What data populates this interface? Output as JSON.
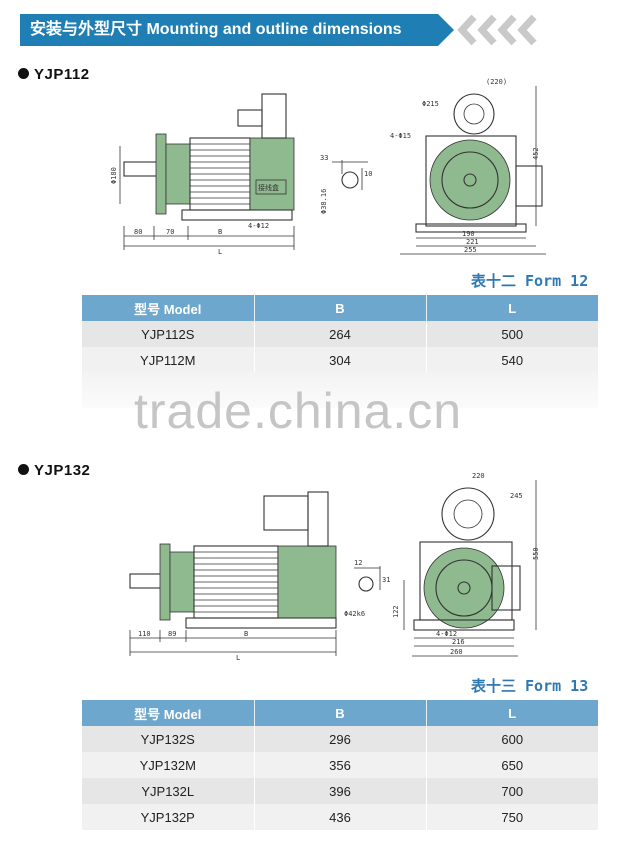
{
  "banner": {
    "title": "安装与外型尺寸 Mounting and outline dimensions"
  },
  "sections": [
    {
      "model": "YJP112",
      "form_label": "表十二  Form 12",
      "drawing_text": {
        "dims": [
          "(220)",
          "Φ215",
          "4-Φ15",
          "Φ180",
          "33",
          "10",
          "Φ38.16",
          "80",
          "70",
          "B",
          "L",
          "4-Φ12",
          "190",
          "221",
          "255",
          "452"
        ],
        "plate": "接线盒"
      },
      "table": {
        "headers": [
          "型号 Model",
          "B",
          "L"
        ],
        "rows": [
          [
            "YJP112S",
            "264",
            "500"
          ],
          [
            "YJP112M",
            "304",
            "540"
          ]
        ]
      }
    },
    {
      "model": "YJP132",
      "form_label": "表十三  Form 13",
      "drawing_text": {
        "dims": [
          "220",
          "245",
          "550",
          "12",
          "31",
          "122",
          "Φ42k6",
          "110",
          "89",
          "B",
          "L",
          "4-Φ12",
          "216",
          "260"
        ]
      },
      "table": {
        "headers": [
          "型号 Model",
          "B",
          "L"
        ],
        "rows": [
          [
            "YJP132S",
            "296",
            "600"
          ],
          [
            "YJP132M",
            "356",
            "650"
          ],
          [
            "YJP132L",
            "396",
            "700"
          ],
          [
            "YJP132P",
            "436",
            "750"
          ]
        ]
      }
    }
  ],
  "watermark": "trade.china.cn",
  "colors": {
    "banner": "#1f7fb4",
    "table_header": "#6da7cd",
    "form_label": "#2f79b3",
    "motor_fill": "#8fb98f"
  }
}
